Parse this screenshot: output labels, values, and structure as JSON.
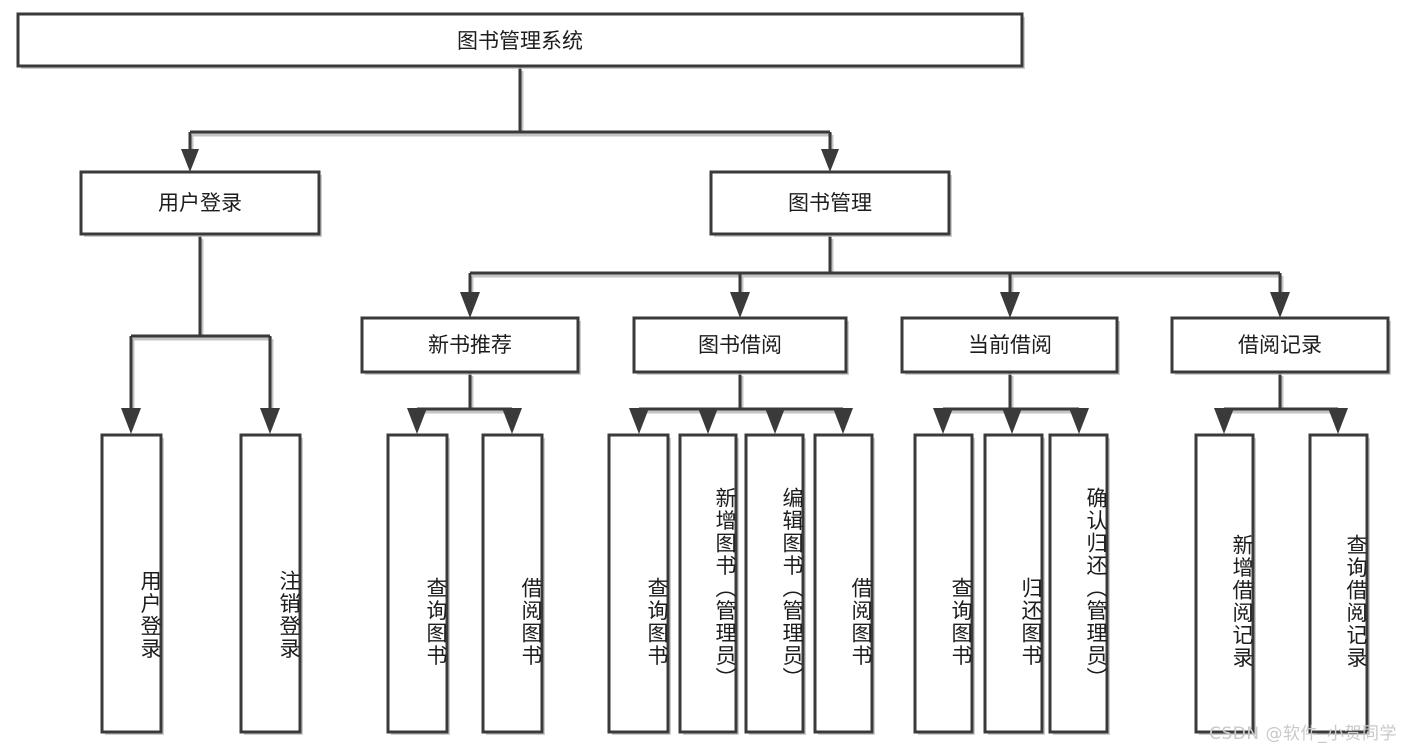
{
  "diagram": {
    "type": "tree",
    "title": "图书管理系统",
    "watermark": "CSDN @软件_小贺同学",
    "colors": {
      "box_stroke": "#3a3a3a",
      "box_fill": "#ffffff",
      "connector": "#3a3a3a",
      "text": "#1d1d1d",
      "shadow": "#bdbdbd",
      "watermark": "#c9c9c9",
      "background": "#ffffff"
    },
    "root": {
      "label": "图书管理系统"
    },
    "level1": [
      {
        "label": "用户登录"
      },
      {
        "label": "图书管理"
      }
    ],
    "level2": [
      {
        "label": "新书推荐"
      },
      {
        "label": "图书借阅"
      },
      {
        "label": "当前借阅"
      },
      {
        "label": "借阅记录"
      }
    ],
    "leaves": {
      "user_login": [
        {
          "label": "用户登录"
        },
        {
          "label": "注销登录"
        }
      ],
      "new_book_recommend": [
        {
          "label": "查询图书"
        },
        {
          "label": "借阅图书"
        }
      ],
      "book_borrow": [
        {
          "label": "查询图书"
        },
        {
          "label": "新增图书（管理员）"
        },
        {
          "label": "编辑图书（管理员）"
        },
        {
          "label": "借阅图书"
        }
      ],
      "current_borrow": [
        {
          "label": "查询图书"
        },
        {
          "label": "归还图书"
        },
        {
          "label": "确认归还（管理员）"
        }
      ],
      "borrow_record": [
        {
          "label": "新增借阅记录"
        },
        {
          "label": "查询借阅记录"
        }
      ]
    }
  }
}
